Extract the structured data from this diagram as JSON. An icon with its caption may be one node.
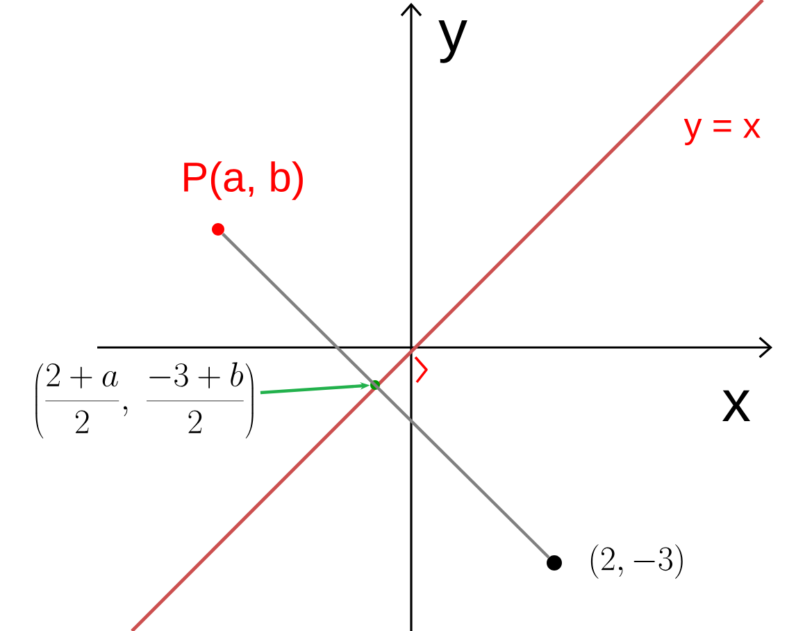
{
  "diagram": {
    "nodes": [
      {
        "text": [],
        "shape": "circle",
        "beside": [
          "P(a, b)"
        ]
      },
      {
        "text": [],
        "shape": "circle",
        "beside": [
          "(2, -3)"
        ]
      },
      {
        "text": [
          "\\left(\\frac{2+a}{2},\\ \\frac{-3+b}{2}\\right)"
        ]
      },
      {
        "text": [],
        "shape": "circle"
      }
    ],
    "edges": [
      {
        "from": 0,
        "to": 1,
        "arrow": "none"
      },
      {
        "from": 2,
        "to": 3,
        "arrow": "to",
        "color": "#22b14c"
      }
    ],
    "labels": [
      "y",
      "x",
      "y = x"
    ]
  }
}
